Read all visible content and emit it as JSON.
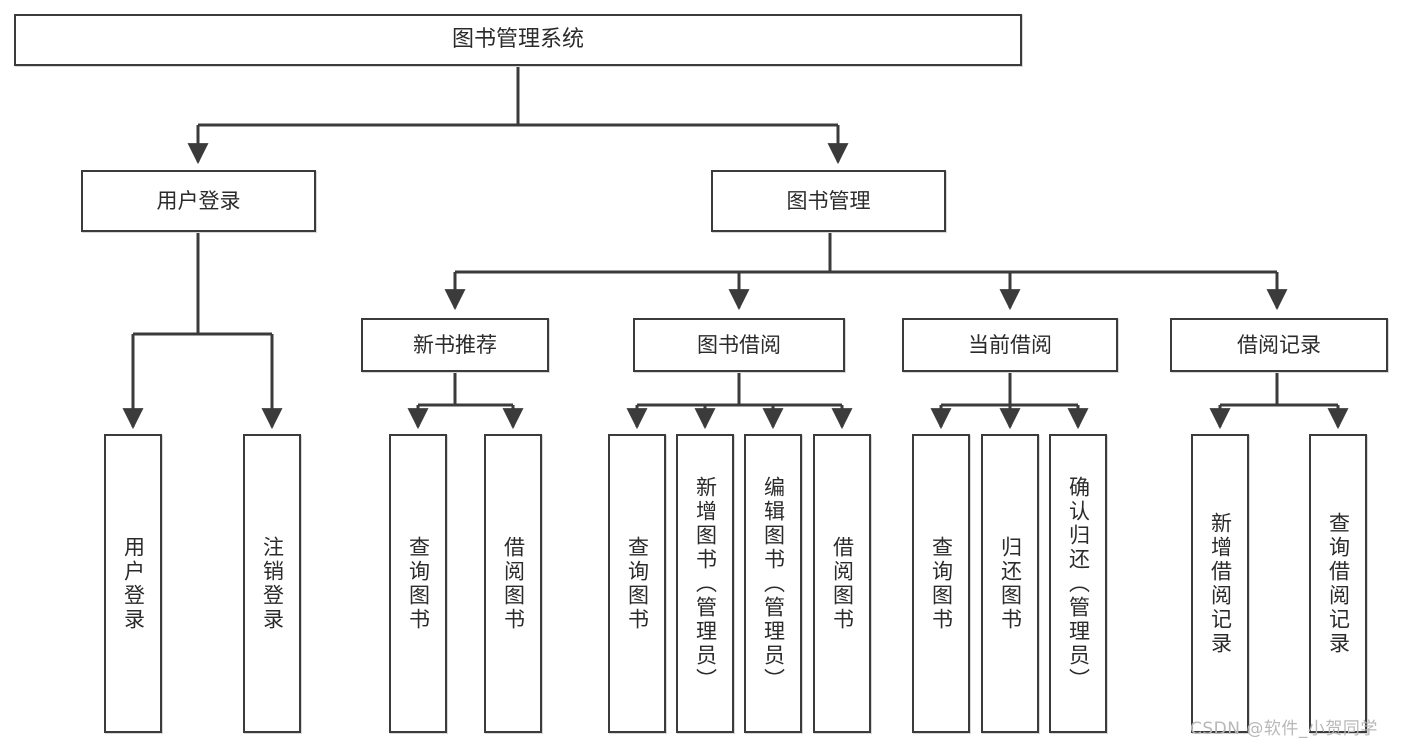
{
  "diagram": {
    "title": "图书管理系统",
    "type": "function-tree",
    "root": {
      "id": "root",
      "label": "图书管理系统"
    },
    "level2": [
      {
        "id": "user-login",
        "label": "用户登录"
      },
      {
        "id": "book-manage",
        "label": "图书管理"
      }
    ],
    "level3": [
      {
        "id": "new-book-recommend",
        "label": "新书推荐"
      },
      {
        "id": "book-borrow",
        "label": "图书借阅"
      },
      {
        "id": "current-borrow",
        "label": "当前借阅"
      },
      {
        "id": "borrow-record",
        "label": "借阅记录"
      }
    ],
    "leaves": {
      "user_login": [
        {
          "id": "leaf-user-login",
          "label": "用户登录"
        },
        {
          "id": "leaf-logout",
          "label": "注销登录"
        }
      ],
      "new_book_recommend": [
        {
          "id": "leaf-query-book-1",
          "label": "查询图书"
        },
        {
          "id": "leaf-borrow-book-1",
          "label": "借阅图书"
        }
      ],
      "book_borrow": [
        {
          "id": "leaf-query-book-2",
          "label": "查询图书"
        },
        {
          "id": "leaf-add-book",
          "label": "新增图书（管理员）"
        },
        {
          "id": "leaf-edit-book",
          "label": "编辑图书（管理员）"
        },
        {
          "id": "leaf-borrow-book-2",
          "label": "借阅图书"
        }
      ],
      "current_borrow": [
        {
          "id": "leaf-query-book-3",
          "label": "查询图书"
        },
        {
          "id": "leaf-return-book",
          "label": "归还图书"
        },
        {
          "id": "leaf-confirm-return",
          "label": "确认归还（管理员）"
        }
      ],
      "borrow_record": [
        {
          "id": "leaf-add-record",
          "label": "新增借阅记录"
        },
        {
          "id": "leaf-query-record",
          "label": "查询借阅记录"
        }
      ]
    }
  },
  "watermark": {
    "text": "CSDN @软件_小贺同学"
  },
  "colors": {
    "stroke": "#3b3b3b",
    "text": "#2b2b2b",
    "background": "#ffffff",
    "watermark": "#b8b8b8"
  }
}
